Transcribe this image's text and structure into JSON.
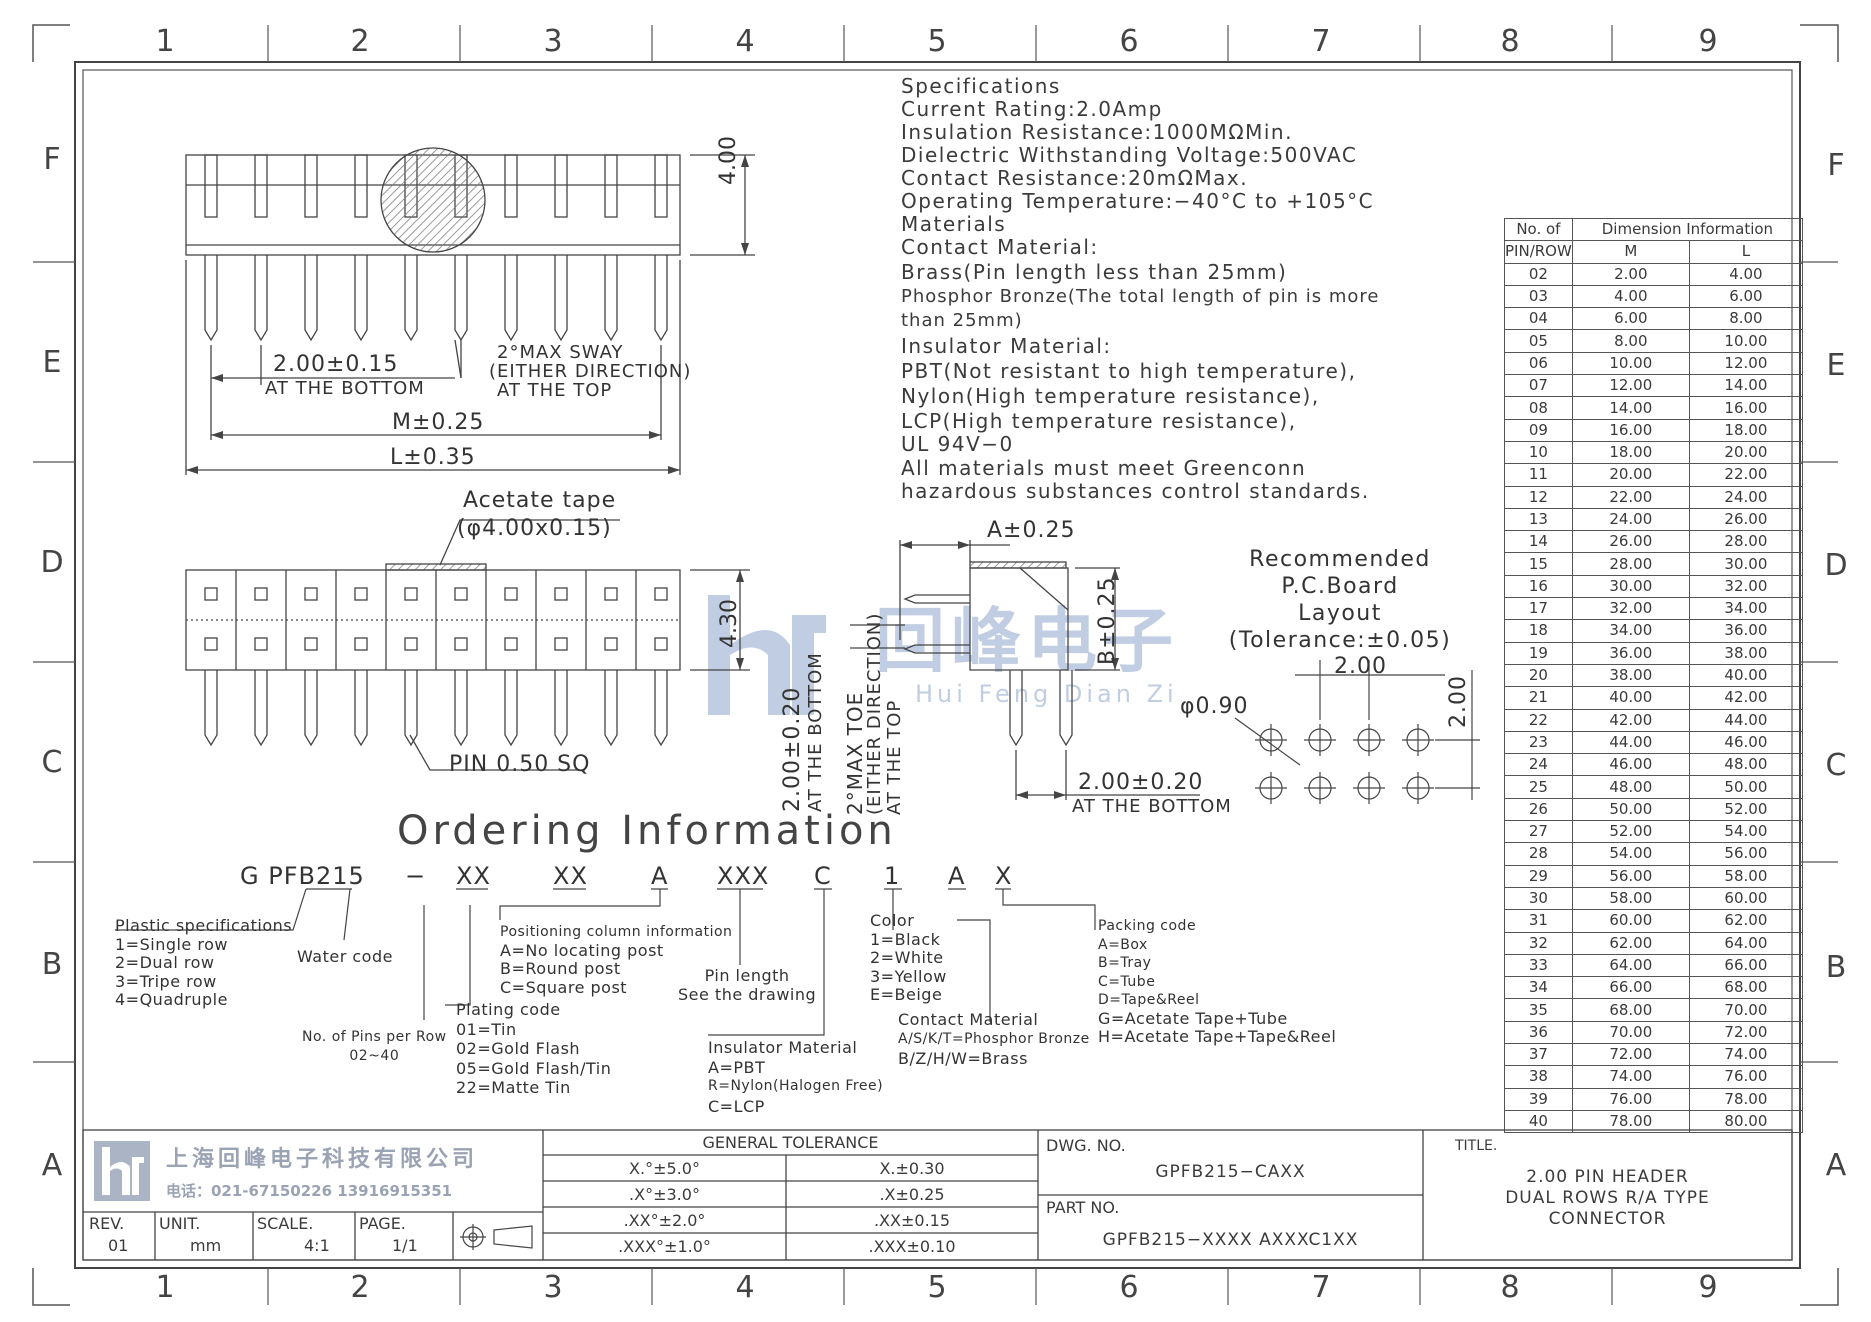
{
  "grid": {
    "columns": [
      "1",
      "2",
      "3",
      "4",
      "5",
      "6",
      "7",
      "8",
      "9"
    ],
    "rows": [
      "F",
      "E",
      "D",
      "C",
      "B",
      "A"
    ]
  },
  "specs": [
    "Specifications",
    "Current Rating:2.0Amp",
    "Insulation Resistance:1000MΩMin.",
    "Dielectric Withstanding Voltage:500VAC",
    "Contact Resistance:20mΩMax.",
    "Operating Temperature:−40°C to +105°C",
    "Materials",
    "Contact Material:",
    "Brass(Pin length less than 25mm)",
    "Phosphor Bronze(The total length of pin is more",
    "than 25mm)",
    "Insulator Material:",
    "PBT(Not resistant to high temperature),",
    "Nylon(High temperature resistance),",
    "LCP(High temperature resistance),",
    "UL 94V−0",
    "All materials must meet Greenconn",
    "hazardous substances control standards."
  ],
  "top_view": {
    "dim_height": "4.00",
    "pitch": "2.00±0.15",
    "pitch_note": "AT THE BOTTOM",
    "sway": "2°MAX SWAY",
    "sway_note1": "(EITHER DIRECTION)",
    "sway_note2": "AT THE TOP",
    "m_dim": "M±0.25",
    "l_dim": "L±0.35"
  },
  "front_view": {
    "tape": "Acetate tape",
    "tape_size": "(φ4.00x0.15)",
    "height": "4.30",
    "pin": "PIN 0.50 SQ",
    "row_pitch": "2.00±0.20",
    "row_pitch_note": "AT THE BOTTOM",
    "toe": "2°MAX TOE",
    "toe_note1": "(EITHER DIRECTION)",
    "toe_note2": "AT THE TOP"
  },
  "side_view": {
    "a_dim": "A±0.25",
    "b_dim": "B±0.25",
    "bottom_dim": "2.00±0.20",
    "bottom_note": "AT THE BOTTOM"
  },
  "pcb": {
    "title1": "Recommended P.C.Board",
    "title2": "Layout",
    "tolerance": "(Tolerance:±0.05)",
    "pitch_x": "2.00",
    "pitch_y": "2.00",
    "hole": "φ0.90"
  },
  "watermark": {
    "cn": "回峰电子",
    "en": "Hui Feng Dian Zi"
  },
  "ordering": {
    "title": "Ordering Information",
    "code": [
      "G PFB215",
      "−",
      "XX",
      "XX",
      "A",
      "XXX",
      "C",
      "1",
      "A",
      "X"
    ],
    "plastic": [
      "Plastic specifications",
      "1=Single row",
      "2=Dual row",
      "3=Tripe row",
      "4=Quadruple"
    ],
    "water": "Water code",
    "pins_per_row": [
      "No. of Pins per Row",
      "02~40"
    ],
    "plating": [
      "Plating code",
      "01=Tin",
      "02=Gold Flash",
      "05=Gold Flash/Tin",
      "22=Matte Tin"
    ],
    "positioning": [
      "Positioning column information",
      "A=No locating post",
      "B=Round post",
      "C=Square post"
    ],
    "pin_length": [
      "Pin length",
      "See the drawing"
    ],
    "insulator": [
      "Insulator Material",
      "A=PBT",
      "R=Nylon(Halogen Free)",
      "C=LCP"
    ],
    "color": [
      "Color",
      "1=Black",
      "2=White",
      "3=Yellow",
      "E=Beige"
    ],
    "contact": [
      "Contact Material",
      "A/S/K/T=Phosphor Bronze",
      "B/Z/H/W=Brass"
    ],
    "packing": [
      "Packing code",
      "A=Box",
      "B=Tray",
      "C=Tube",
      "D=Tape&Reel",
      "G=Acetate Tape+Tube",
      "H=Acetate Tape+Tape&Reel"
    ]
  },
  "dim_table": {
    "headers": [
      "No. of",
      "Dimension Information",
      "PIN/ROW",
      "M",
      "L"
    ],
    "rows": [
      [
        "02",
        "2.00",
        "4.00"
      ],
      [
        "03",
        "4.00",
        "6.00"
      ],
      [
        "04",
        "6.00",
        "8.00"
      ],
      [
        "05",
        "8.00",
        "10.00"
      ],
      [
        "06",
        "10.00",
        "12.00"
      ],
      [
        "07",
        "12.00",
        "14.00"
      ],
      [
        "08",
        "14.00",
        "16.00"
      ],
      [
        "09",
        "16.00",
        "18.00"
      ],
      [
        "10",
        "18.00",
        "20.00"
      ],
      [
        "11",
        "20.00",
        "22.00"
      ],
      [
        "12",
        "22.00",
        "24.00"
      ],
      [
        "13",
        "24.00",
        "26.00"
      ],
      [
        "14",
        "26.00",
        "28.00"
      ],
      [
        "15",
        "28.00",
        "30.00"
      ],
      [
        "16",
        "30.00",
        "32.00"
      ],
      [
        "17",
        "32.00",
        "34.00"
      ],
      [
        "18",
        "34.00",
        "36.00"
      ],
      [
        "19",
        "36.00",
        "38.00"
      ],
      [
        "20",
        "38.00",
        "40.00"
      ],
      [
        "21",
        "40.00",
        "42.00"
      ],
      [
        "22",
        "42.00",
        "44.00"
      ],
      [
        "23",
        "44.00",
        "46.00"
      ],
      [
        "24",
        "46.00",
        "48.00"
      ],
      [
        "25",
        "48.00",
        "50.00"
      ],
      [
        "26",
        "50.00",
        "52.00"
      ],
      [
        "27",
        "52.00",
        "54.00"
      ],
      [
        "28",
        "54.00",
        "56.00"
      ],
      [
        "29",
        "56.00",
        "58.00"
      ],
      [
        "30",
        "58.00",
        "60.00"
      ],
      [
        "31",
        "60.00",
        "62.00"
      ],
      [
        "32",
        "62.00",
        "64.00"
      ],
      [
        "33",
        "64.00",
        "66.00"
      ],
      [
        "34",
        "66.00",
        "68.00"
      ],
      [
        "35",
        "68.00",
        "70.00"
      ],
      [
        "36",
        "70.00",
        "72.00"
      ],
      [
        "37",
        "72.00",
        "74.00"
      ],
      [
        "38",
        "74.00",
        "76.00"
      ],
      [
        "39",
        "76.00",
        "78.00"
      ],
      [
        "40",
        "78.00",
        "80.00"
      ]
    ]
  },
  "title_block": {
    "company": "上海回峰电子科技有限公司",
    "phone": "电话：021-67150226  13916915351",
    "rev_label": "REV.",
    "rev": "01",
    "unit_label": "UNIT.",
    "unit": "mm",
    "scale_label": "SCALE.",
    "scale": "4:1",
    "page_label": "PAGE.",
    "page": "1/1",
    "tolerance_title": "GENERAL TOLERANCE",
    "tolerances": [
      [
        "X.°±5.0°",
        "X.±0.30"
      ],
      [
        ".X°±3.0°",
        ".X±0.25"
      ],
      [
        ".XX°±2.0°",
        ".XX±0.15"
      ],
      [
        ".XXX°±1.0°",
        ".XXX±0.10"
      ]
    ],
    "dwg_label": "DWG. NO.",
    "dwg_no": "GPFB215−CAXX",
    "part_label": "PART NO.",
    "part_no": "GPFB215−XXXX AXXXC1XX",
    "title_label": "TITLE.",
    "title": [
      "2.00 PIN HEADER",
      "DUAL ROWS R/A TYPE",
      "CONNECTOR"
    ]
  }
}
